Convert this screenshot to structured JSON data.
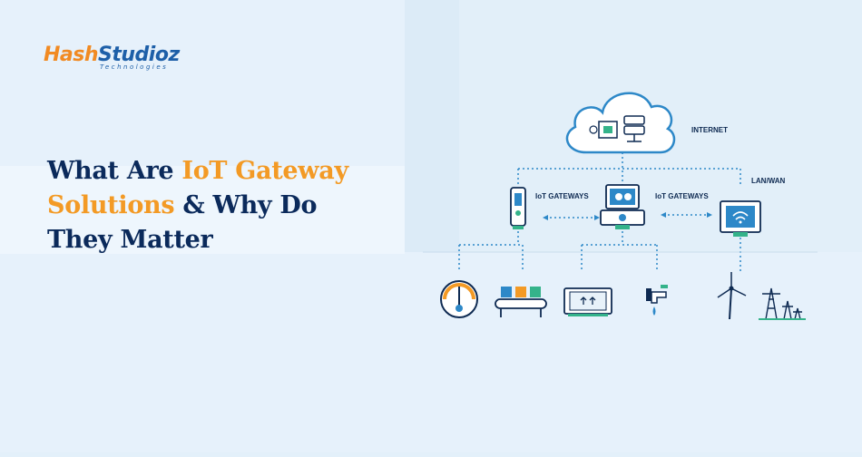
{
  "logo": {
    "h": "H",
    "ash": "ash",
    "studioz": "Studioz",
    "sub": "Technologies"
  },
  "headline": {
    "part1": "What Are ",
    "accent1": "IoT Gateway",
    "accent2": "Solutions",
    "part2": " & Why Do",
    "part3": "They Matter"
  },
  "diagram": {
    "internet_label": "INTERNET",
    "lan_label": "LAN/WAN",
    "gateway_left_label": "IoT GATEWAYS",
    "gateway_right_label": "IoT GATEWAYS"
  },
  "colors": {
    "navy": "#0b2a5b",
    "orange": "#f39a25",
    "blue": "#2d88c8",
    "green": "#34b38a"
  },
  "icons": [
    "cloud-icon",
    "chip-icon",
    "server-icon",
    "router-icon",
    "gateway-device-icon",
    "tablet-icon",
    "thermometer-gauge-icon",
    "conveyor-icon",
    "box-icon",
    "faucet-icon",
    "wind-turbine-icon",
    "power-tower-icon"
  ]
}
